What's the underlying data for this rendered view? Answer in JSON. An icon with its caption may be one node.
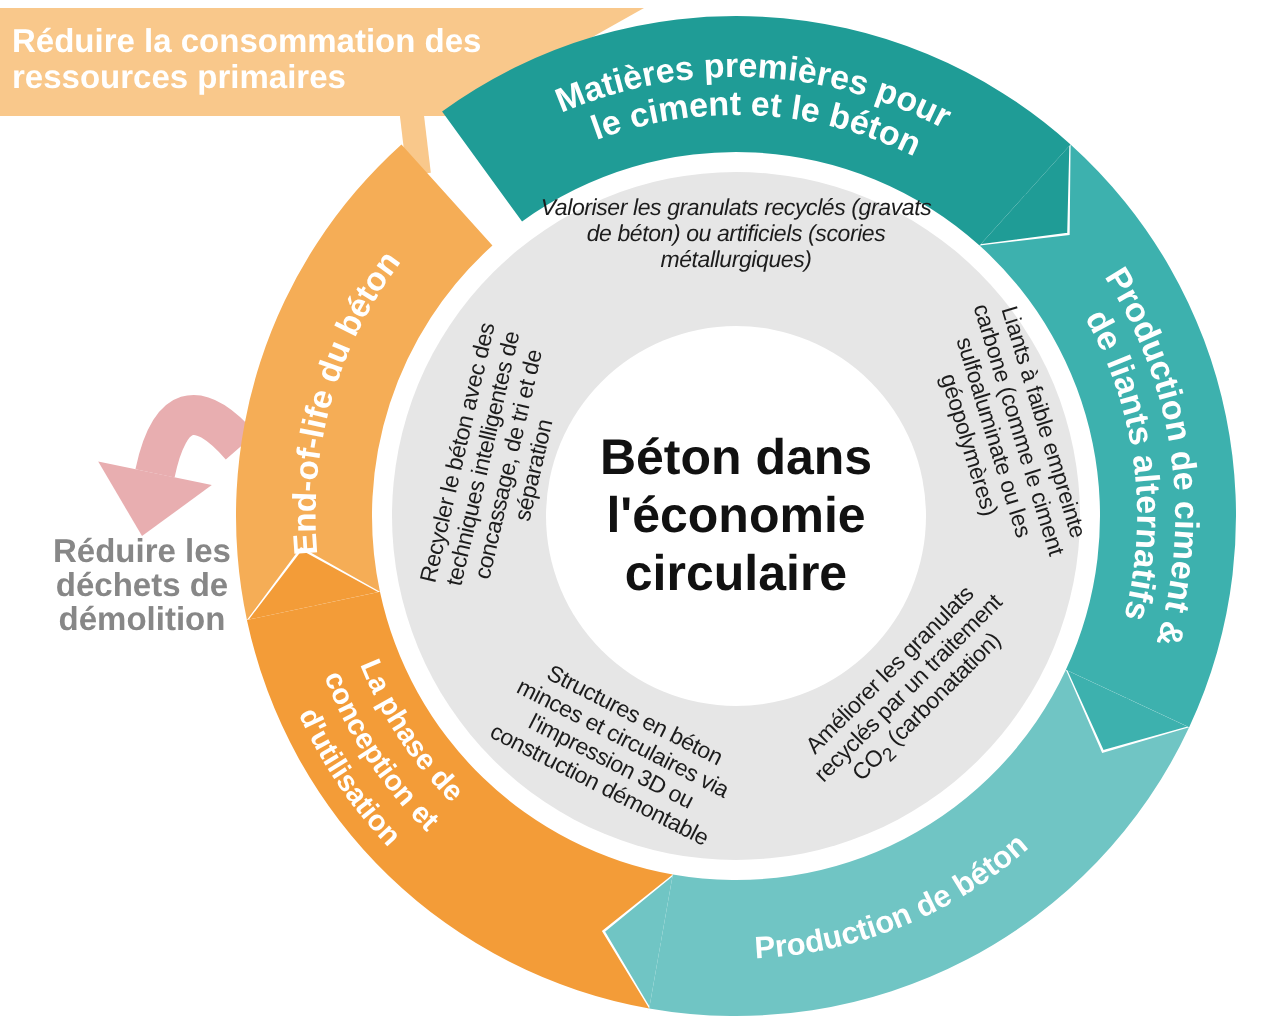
{
  "diagram": {
    "nodes": [
      {
        "text": [
          "Réduire la consommation des ressources primaires"
        ]
      },
      {
        "text": [
          "Matières premières pour le ciment et le béton"
        ]
      },
      {
        "text": [
          "Production de ciment & de liants alternatifs"
        ]
      },
      {
        "text": [
          "Production de béton"
        ]
      },
      {
        "text": [
          "La phase de conception et d'utilisation"
        ]
      },
      {
        "text": [
          "End-of-life du béton"
        ]
      },
      {
        "text": [
          "Valoriser les granulats recyclés (gravats de béton) ou artificiels (scories métallurgiques)",
          "Liants à faible empreinte carbone (comme le ciment sulfoaluminate ou les géopolymères)",
          "Améliorer les granulats recyclés par un traitement CO$_{2}$ (carbonatation)",
          "Structures en béton minces et circulaires via l'impression 3D ou construction démontable",
          "Recycler le béton avec des techniques intelligentes de concassage, de tri et de séparation"
        ]
      },
      {
        "text": [
          "Béton dans l'économie circulaire"
        ],
        "in": 6
      },
      {
        "text": [
          "Réduire les déchets de démolition"
        ]
      }
    ],
    "edges": [
      {
        "from": 1,
        "to": 2,
        "arrow": "to",
        "color": "#1f9c96"
      },
      {
        "from": 2,
        "to": 3,
        "arrow": "to",
        "color": "#3db1ae"
      },
      {
        "from": 3,
        "to": 4,
        "arrow": "to",
        "color": "#70c5c4"
      },
      {
        "from": 4,
        "to": 5,
        "arrow": "to",
        "color": "#f39c38"
      },
      {
        "from": 5,
        "to": 0,
        "arrow": "none",
        "style": "thick",
        "color": "#f9c88b"
      },
      {
        "from": 5,
        "to": 8,
        "arrow": "to",
        "style": "thick",
        "color": "#e8aeb0"
      }
    ]
  }
}
